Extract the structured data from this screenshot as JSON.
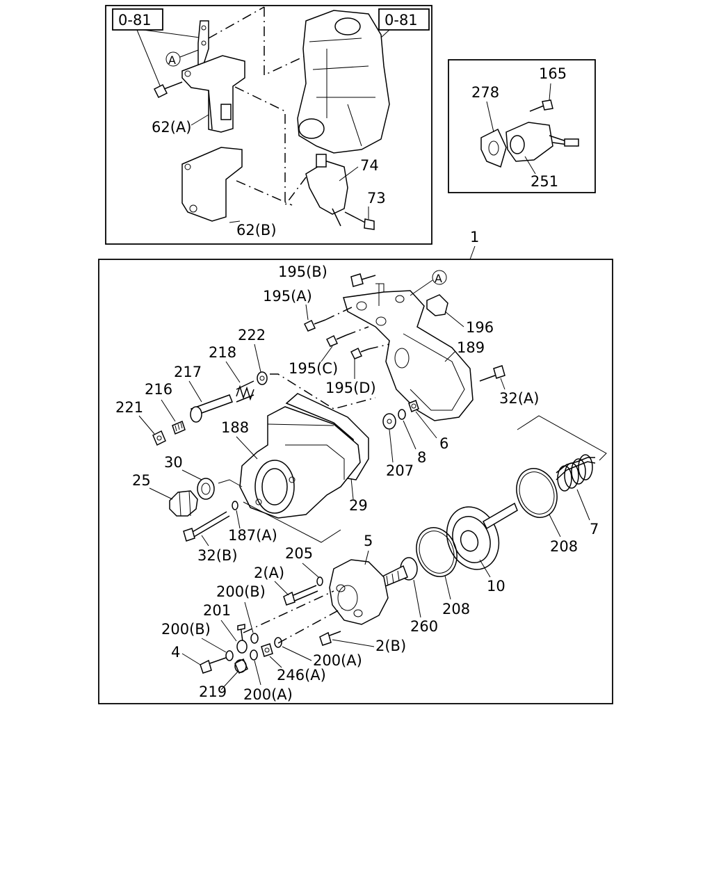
{
  "references": {
    "ref_left": "0-81",
    "ref_right": "0-81"
  },
  "callouts": {
    "a_top": "A",
    "a_main": "A"
  },
  "labels": {
    "p62a": "62(A)",
    "p62b": "62(B)",
    "p74": "74",
    "p73": "73",
    "p165": "165",
    "p278": "278",
    "p251": "251",
    "p1": "1",
    "p195b": "195(B)",
    "p195a": "195(A)",
    "p196": "196",
    "p189": "189",
    "p222": "222",
    "p218": "218",
    "p217": "217",
    "p216": "216",
    "p221": "221",
    "p195c": "195(C)",
    "p195d": "195(D)",
    "p32a": "32(A)",
    "p188": "188",
    "p6": "6",
    "p8": "8",
    "p207": "207",
    "p30": "30",
    "p25": "25",
    "p29": "29",
    "p187a": "187(A)",
    "p32b": "32(B)",
    "p7": "7",
    "p208a": "208",
    "p5": "5",
    "p205": "205",
    "p2a": "2(A)",
    "p200b_1": "200(B)",
    "p10": "10",
    "p208b": "208",
    "p260": "260",
    "p201": "201",
    "p200b_2": "200(B)",
    "p2b": "2(B)",
    "p4": "4",
    "p200a_1": "200(A)",
    "p246a": "246(A)",
    "p219": "219",
    "p200a_2": "200(A)"
  }
}
